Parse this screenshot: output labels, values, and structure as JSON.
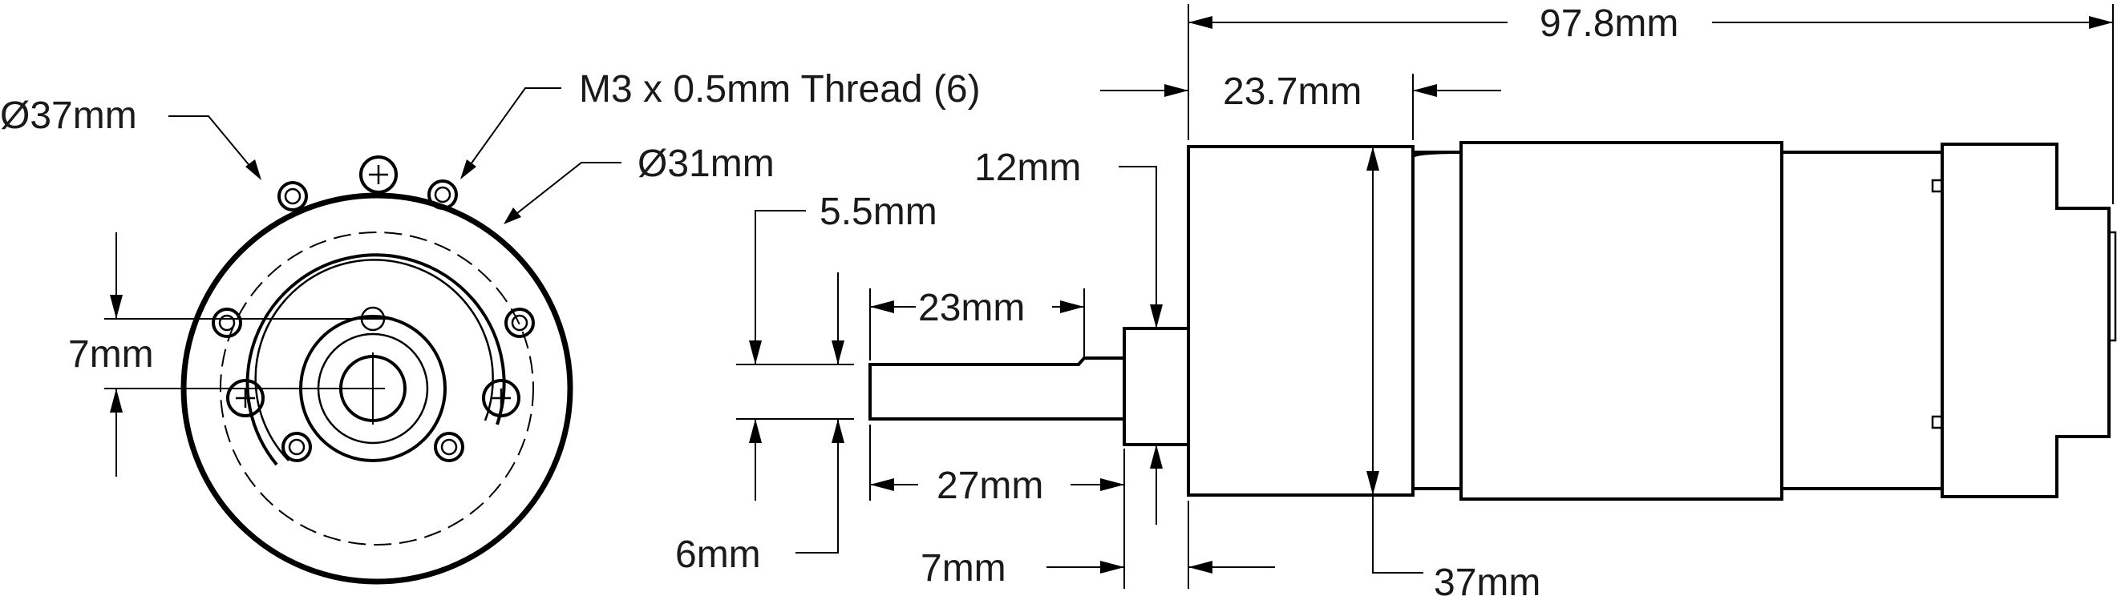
{
  "labels": {
    "outer_diameter": "Ø37mm",
    "thread": "M3 x 0.5mm Thread (6)",
    "bolt_circle": "Ø31mm",
    "offset_7": "7mm",
    "total_length": "97.8mm",
    "gearbox_length": "23.7mm",
    "collar_height": "12mm",
    "shaft_flat": "5.5mm",
    "flat_length": "23mm",
    "shaft_length": "27mm",
    "shaft_diameter": "6mm",
    "collar_length": "7mm",
    "body_diameter": "37mm"
  }
}
